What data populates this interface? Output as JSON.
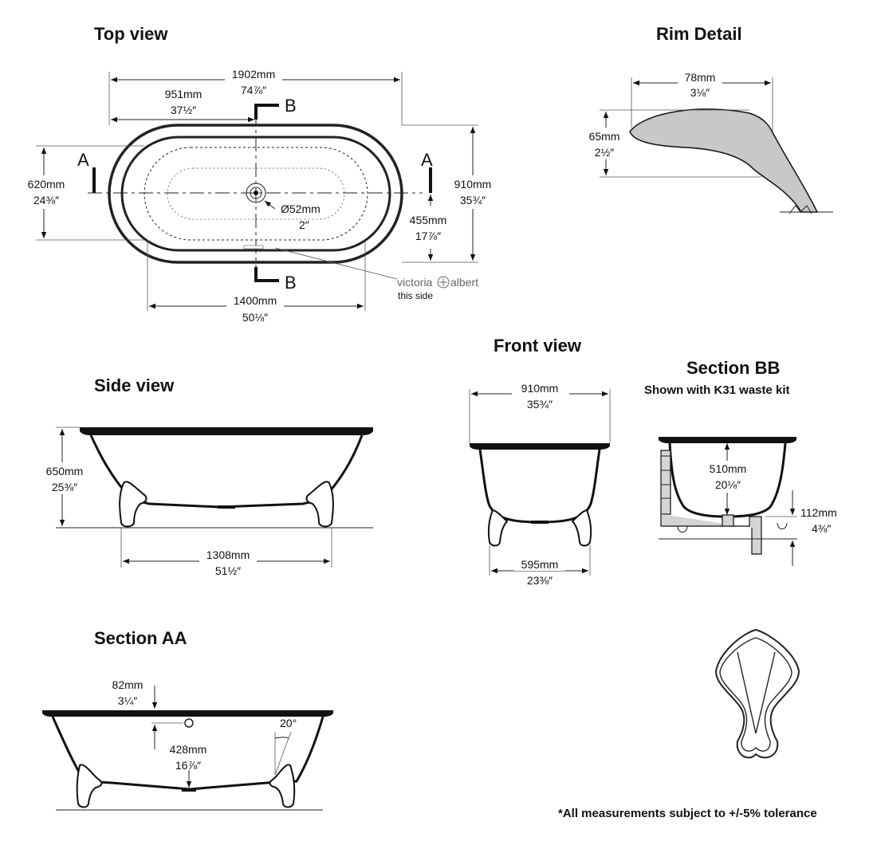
{
  "titles": {
    "top_view": "Top view",
    "rim_detail": "Rim Detail",
    "front_view": "Front view",
    "section_bb": "Section BB",
    "section_bb_sub": "Shown with K31 waste kit",
    "side_view": "Side view",
    "section_aa": "Section AA"
  },
  "top_view": {
    "overall_length_mm": "1902mm",
    "overall_length_in": "74⅞″",
    "half_length_mm": "951mm",
    "half_length_in": "37½″",
    "inner_width_mm": "620mm",
    "inner_width_in": "24⅜″",
    "overall_width_mm": "910mm",
    "overall_width_in": "35¾″",
    "waste_dia_mm": "Ø52mm",
    "waste_dia_in": "2″",
    "waste_offset_mm": "455mm",
    "waste_offset_in": "17⅞″",
    "base_length_mm": "1400mm",
    "base_length_in": "50⅛″",
    "section_a": "A",
    "section_b": "B",
    "brand_left": "victoria",
    "brand_right": "albert",
    "brand_note": "this side"
  },
  "rim_detail": {
    "width_mm": "78mm",
    "width_in": "3⅛″",
    "height_mm": "65mm",
    "height_in": "2½″"
  },
  "front_view": {
    "width_mm": "910mm",
    "width_in": "35¾″",
    "feet_mm": "595mm",
    "feet_in": "23⅜″"
  },
  "section_bb": {
    "depth_mm": "510mm",
    "depth_in": "20⅛″",
    "clearance_mm": "112mm",
    "clearance_in": "4⅜″"
  },
  "side_view": {
    "height_mm": "650mm",
    "height_in": "25⅜″",
    "feet_mm": "1308mm",
    "feet_in": "51½″"
  },
  "section_aa": {
    "rim_mm": "82mm",
    "rim_in": "3¼″",
    "overflow_mm": "428mm",
    "overflow_in": "16⅞″",
    "angle": "20°"
  },
  "footnote": "*All measurements subject to +/-5% tolerance"
}
